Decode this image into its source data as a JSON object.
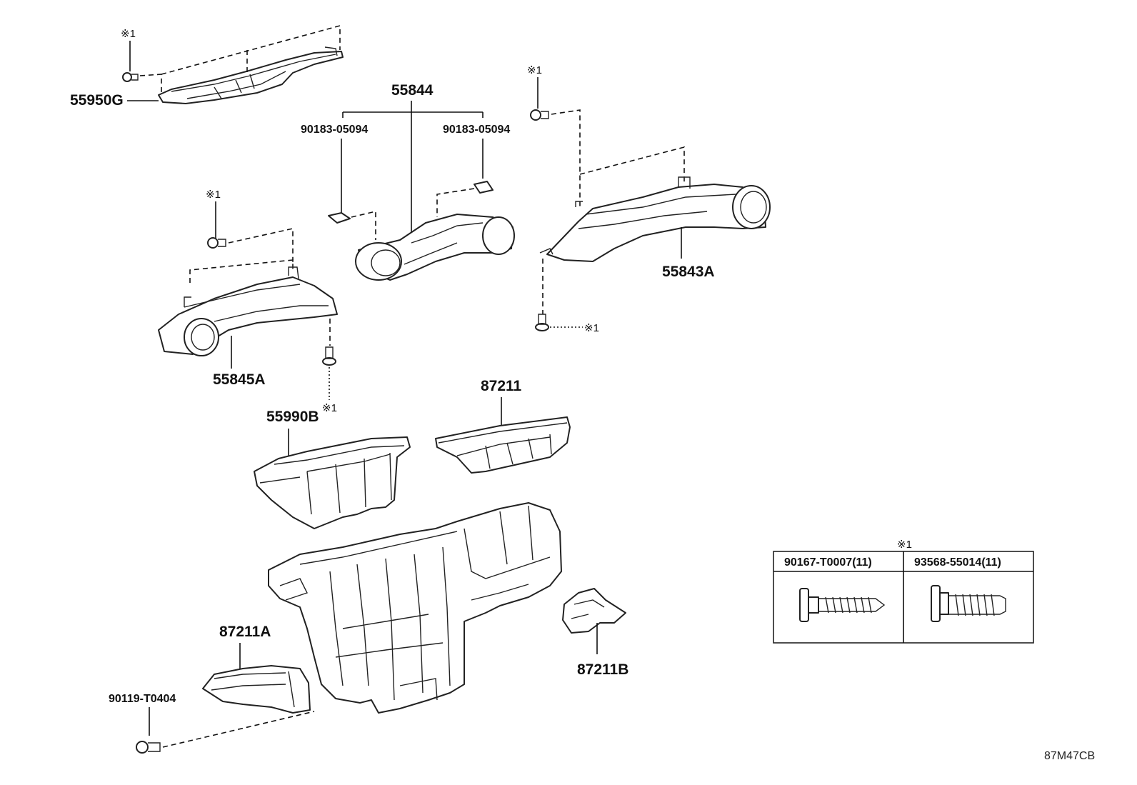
{
  "note_mark": "※1",
  "callouts": {
    "p55950G": "55950G",
    "p55844": "55844",
    "p90183_left": "90183-05094",
    "p90183_right": "90183-05094",
    "p55843A": "55843A",
    "p55845A": "55845A",
    "p87211": "87211",
    "p55990B": "55990B",
    "p87211A": "87211A",
    "p87211B": "87211B",
    "p90119": "90119-T0404"
  },
  "legend": {
    "mark": "※1",
    "columns": [
      "90167-T0007(11)",
      "93568-55014(11)"
    ]
  },
  "diagram_code": "87M47CB"
}
